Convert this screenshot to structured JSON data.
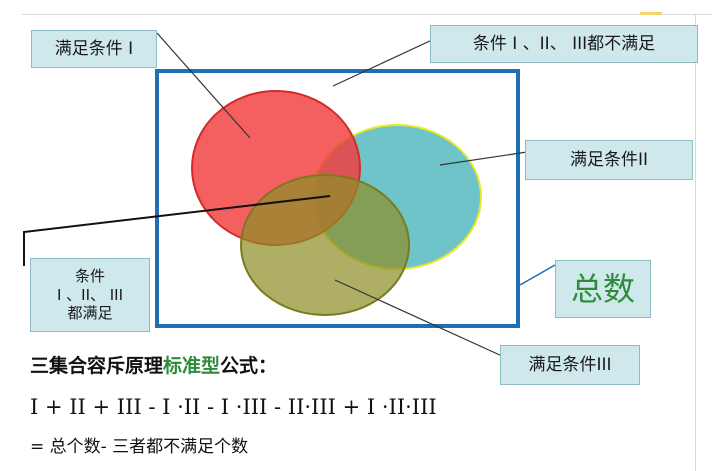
{
  "labels": {
    "condition_1": "满足条件 I",
    "none_satisfied": "条件 I 、II、 III都不满足",
    "condition_2": "满足条件II",
    "total": "总数",
    "condition_3": "满足条件III",
    "all_satisfied": [
      "条件",
      "I 、II、 III",
      "都满足"
    ]
  },
  "formula": {
    "title_prefix": "三集合容斥原理",
    "title_highlight": "标准型",
    "title_suffix": "公式：",
    "expression": "I + II + III - I ·II - I ·III - II·III + I ·II·III",
    "result": "= 总个数- 三者都不满足个数"
  },
  "colors": {
    "circle_1": "#f23c3c",
    "circle_2": "#3eb0b5",
    "circle_3": "#8f8f2a",
    "frame": "#1f6fb5",
    "highlight": "#2e8b3a",
    "label_bg": "#cfe8ec"
  }
}
